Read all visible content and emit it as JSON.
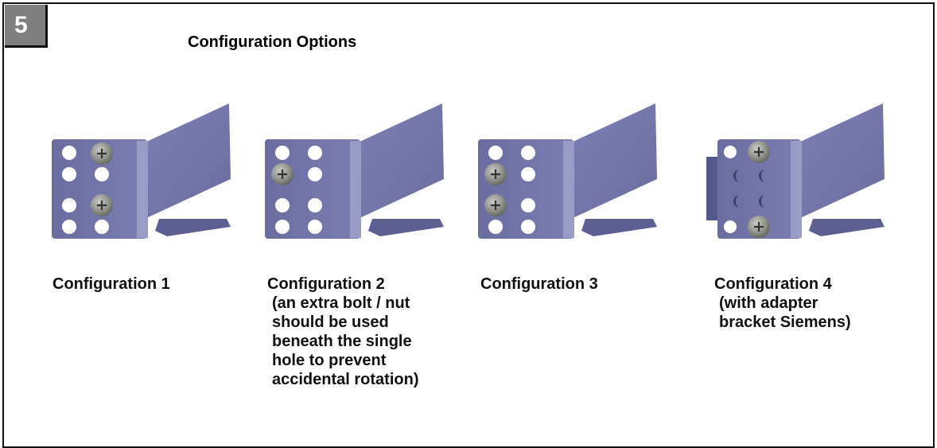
{
  "step_badge": "5",
  "title": "Configuration Options",
  "configurations": [
    {
      "caption": [
        "Configuration 1"
      ]
    },
    {
      "caption": [
        "Configuration 2",
        "(an extra bolt / nut",
        "should be used",
        "beneath the single",
        "hole to prevent",
        "accidental rotation)"
      ]
    },
    {
      "caption": [
        "Configuration 3"
      ]
    },
    {
      "caption": [
        "Configuration 4",
        "(with adapter",
        "bracket Siemens)"
      ]
    }
  ],
  "colors": {
    "bracket": "#6f72a6",
    "bracket_dark": "#4e5184",
    "bracket_light": "#9a9cc8",
    "bolt": "#8f918a",
    "badge": "#7f7f7f"
  }
}
